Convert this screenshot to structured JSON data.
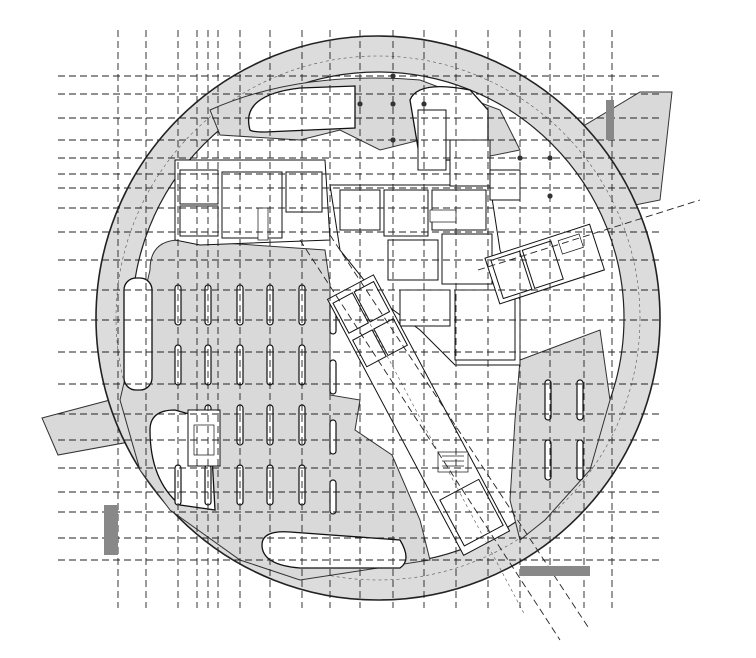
{
  "drawing": {
    "type": "architectural-floor-plan",
    "shape": "circular building with three radiating wings",
    "hatch_color": "#d9d9d9",
    "line_color": "#111111",
    "background": "#ffffff"
  },
  "icons": [
    "floor-plan-diagram"
  ]
}
